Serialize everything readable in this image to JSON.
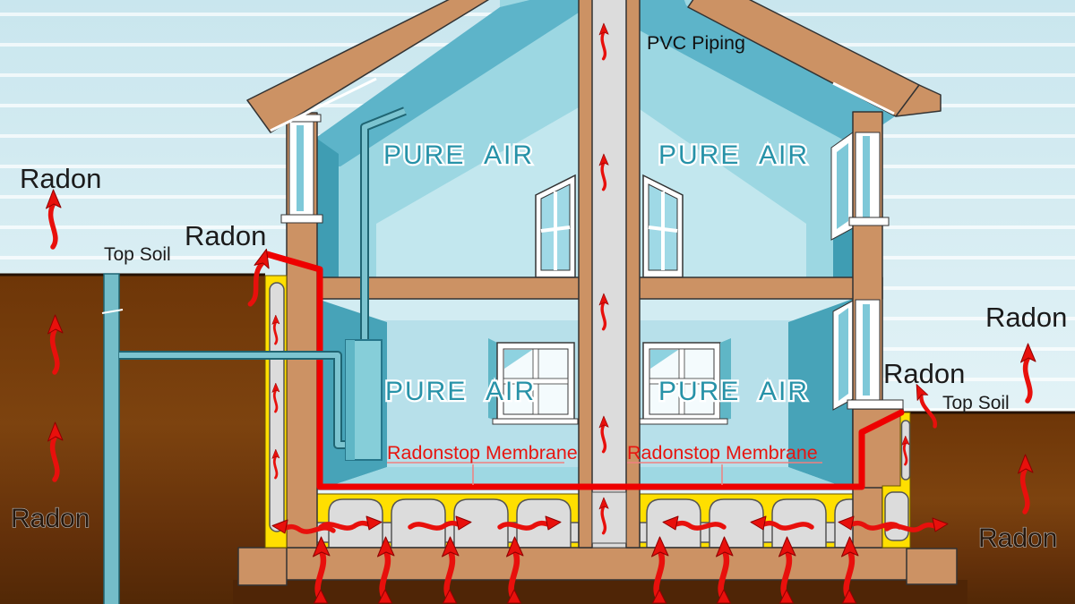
{
  "diagram": {
    "title_context": "Radon mitigation house cross-section",
    "labels": {
      "radon_sky_left": "Radon",
      "radon_wall_left": "Radon",
      "top_soil_left": "Top Soil",
      "radon_soil_left": "Radon",
      "pvc_piping": "PVC Piping",
      "pure_air_attic_left": "PURE AIR",
      "pure_air_attic_right": "PURE AIR",
      "pure_air_ground_left": "PURE AIR",
      "pure_air_ground_right": "PURE AIR",
      "radonstop_membrane_left": "Radonstop Membrane",
      "radonstop_membrane_right": "Radonstop Membrane",
      "radon_sky_right": "Radon",
      "radon_wall_right": "Radon",
      "top_soil_right": "Top Soil",
      "radon_soil_right": "Radon"
    },
    "colors": {
      "radon_arrow_red": "#e8100c",
      "membrane_red": "#ee0000",
      "membrane_label_red": "#e8150f",
      "pure_air_teal": "#2792a8",
      "insulation_yellow": "#ffdf00",
      "wall_tan": "#cc9264",
      "soil_brown": "#74400f",
      "foam_gray": "#dcdcdc",
      "interior_blue": "#a9dde8",
      "pipe_teal": "#74bdc9",
      "sky_blue": "#d4ebf1"
    }
  }
}
